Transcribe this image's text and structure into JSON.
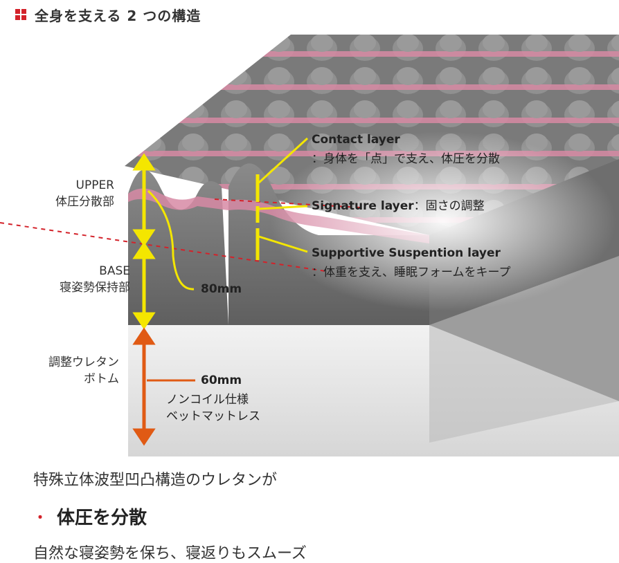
{
  "header": {
    "title": "全身を支える 2 つの構造",
    "icon": "red-grid-icon"
  },
  "labels": {
    "upper": "UPPER",
    "upper_sub": "体圧分散部",
    "base": "BASE",
    "base_sub": "寝姿勢保持部",
    "bottom_1": "調整ウレタン",
    "bottom_2": "ボトム"
  },
  "callouts": {
    "contact_en": "Contact layer",
    "contact_jp": "：身体を「点」で支え、体圧を分散",
    "signature_en": "Signature layer",
    "signature_jp": "：固さの調整",
    "supportive_en": "Supportive Suspention layer",
    "supportive_jp": "：体重を支え、睡眠フォームをキープ"
  },
  "measurements": {
    "upper_base": "80mm",
    "bottom": "60mm",
    "bottom_note_1": "ノンコイル仕様",
    "bottom_note_2": "ベットマットレス"
  },
  "captions": {
    "line1": "特殊立体波型凹凸構造のウレタンが",
    "line2": "体圧を分散",
    "bullet": "・",
    "line3": "自然な寝姿勢を保ち、寝返りもスムーズ"
  },
  "colors": {
    "accent_red": "#d3222a",
    "arrow_yellow": "#f4e600",
    "arrow_orange": "#e05a14",
    "foam_gray": "#707070",
    "foam_pink": "#d78aa4",
    "base_white": "#e6e6e6"
  }
}
